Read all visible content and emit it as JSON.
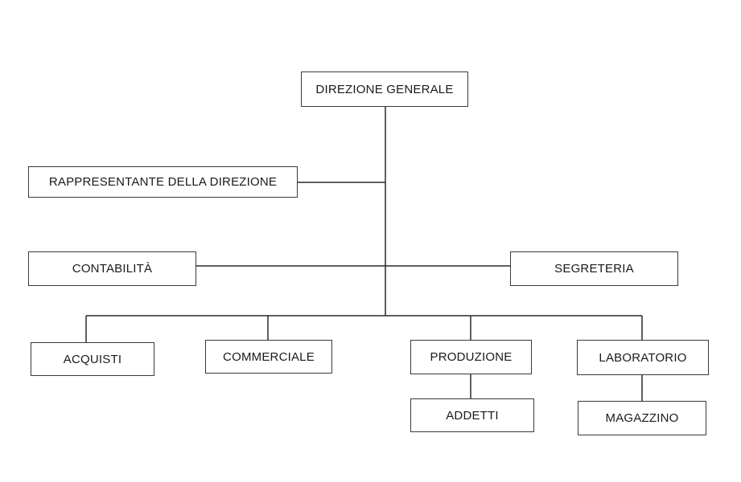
{
  "org_chart": {
    "root": "DIREZIONE GENERALE",
    "staff": {
      "rappresentante": "RAPPRESENTANTE DELLA DIREZIONE",
      "contabilita": "CONTABILITÀ",
      "segreteria": "SEGRETERIA"
    },
    "departments": {
      "acquisti": "ACQUISTI",
      "commerciale": "COMMERCIALE",
      "produzione": "PRODUZIONE",
      "laboratorio": "LABORATORIO"
    },
    "sub_units": {
      "addetti": "ADDETTI",
      "magazzino": "MAGAZZINO"
    }
  },
  "colors": {
    "line": "#2a2a2a",
    "border": "#3a3a3a",
    "text": "#1a1a1a",
    "background": "#ffffff"
  }
}
